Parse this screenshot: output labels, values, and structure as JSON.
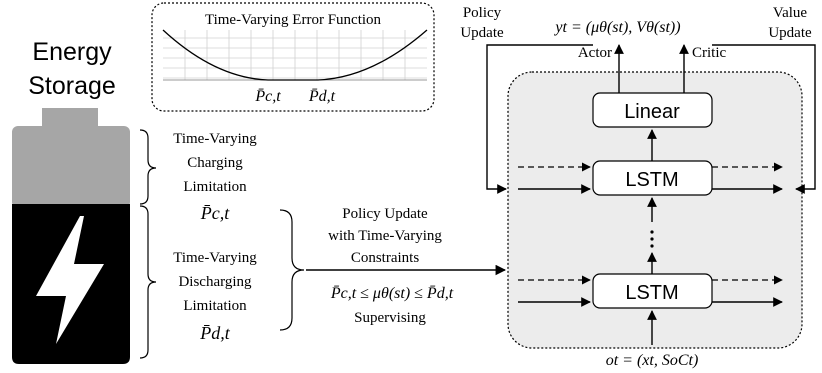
{
  "battery": {
    "title_line1": "Energy",
    "title_line2": "Storage"
  },
  "error_function": {
    "title": "Time-Varying Error Function",
    "label_charge": "P̄c,t",
    "label_discharge": "P̄d,t"
  },
  "limits": {
    "charging_line1": "Time-Varying",
    "charging_line2": "Charging",
    "charging_line3": "Limitation",
    "charging_symbol": "P̄c,t",
    "discharging_line1": "Time-Varying",
    "discharging_line2": "Discharging",
    "discharging_line3": "Limitation",
    "discharging_symbol": "P̄d,t"
  },
  "policy": {
    "line1": "Policy Update",
    "line2": "with Time-Varying",
    "line3": "Constraints",
    "inequality": "P̄c,t ≤ μθ(st) ≤ P̄d,t",
    "supervising": "Supervising"
  },
  "network": {
    "output_eq": "yt = (μθ(st), Vθ(st))",
    "input_eq": "ot = (xt, SoCt)",
    "linear_label": "Linear",
    "lstm_top_label": "LSTM",
    "lstm_bottom_label": "LSTM",
    "actor_label": "Actor",
    "critic_label": "Critic",
    "policy_update_line1": "Policy",
    "policy_update_line2": "Update",
    "value_update_line1": "Value",
    "value_update_line2": "Update"
  }
}
